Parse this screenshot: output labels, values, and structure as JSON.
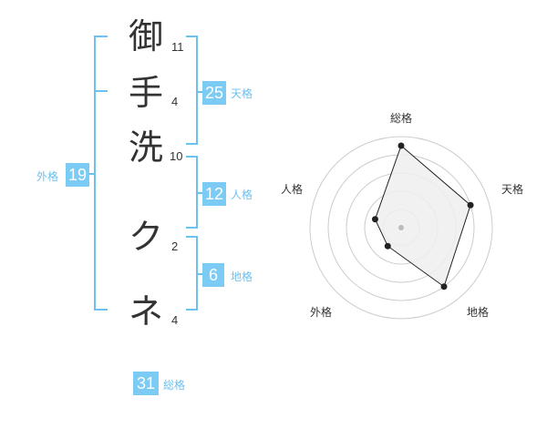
{
  "name": {
    "chars": [
      {
        "char": "御",
        "strokes": "11"
      },
      {
        "char": "手",
        "strokes": "4"
      },
      {
        "char": "洗",
        "strokes": "10"
      },
      {
        "char": "ク",
        "strokes": "2"
      },
      {
        "char": "ネ",
        "strokes": "4"
      }
    ]
  },
  "fortune": {
    "tenkaku": {
      "value": "25",
      "label": "天格"
    },
    "jinkaku": {
      "value": "12",
      "label": "人格"
    },
    "chikaku": {
      "value": "6",
      "label": "地格"
    },
    "gaikaku": {
      "value": "19",
      "label": "外格"
    },
    "soukaku": {
      "value": "31",
      "label": "総格"
    }
  },
  "colors": {
    "accent": "#7ccbf5",
    "bracket": "#6cc1ef",
    "text": "#333333",
    "ring": "#cccccc",
    "fill": "#eeeeee"
  },
  "chart_data": {
    "type": "radar",
    "axes": [
      "総格",
      "天格",
      "地格",
      "外格",
      "人格"
    ],
    "values": [
      0.9,
      0.8,
      0.8,
      0.25,
      0.3
    ],
    "rings": 5
  }
}
